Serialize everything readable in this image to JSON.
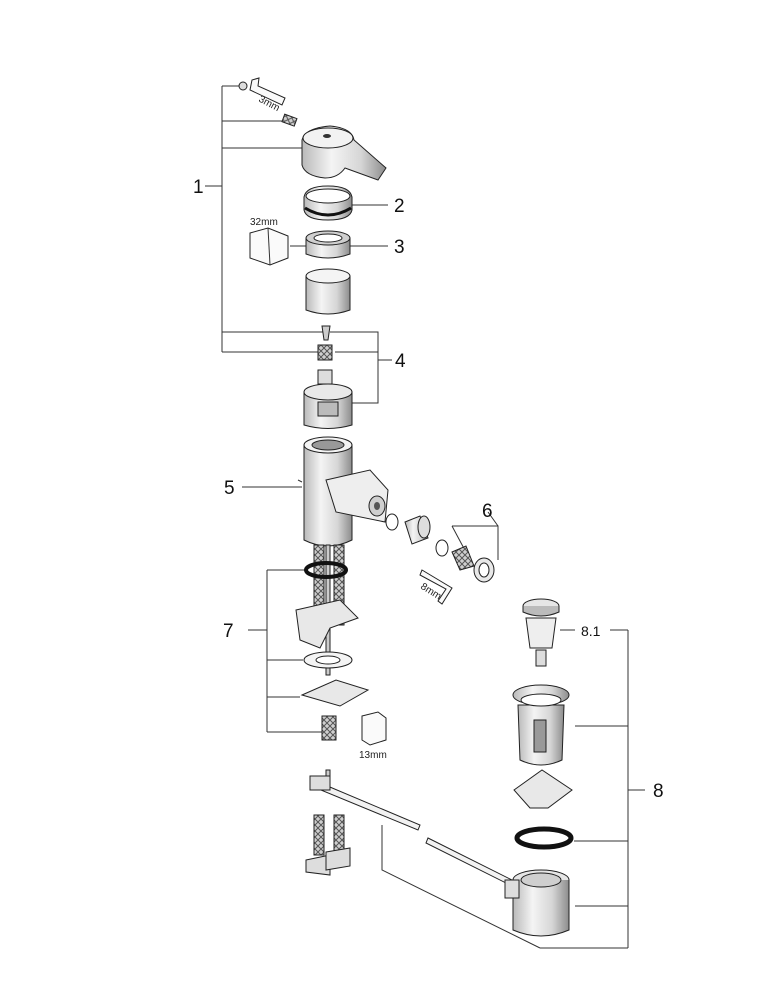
{
  "callouts": {
    "c1": "1",
    "c2": "2",
    "c3": "3",
    "c4": "4",
    "c5": "5",
    "c6": "6",
    "c7": "7",
    "c8": "8",
    "c81": "8.1"
  },
  "tool_labels": {
    "hex_key_small": "3mm",
    "wrench_large": "32mm",
    "hex_key_medium": "8mm",
    "wrench_small": "13mm"
  },
  "colors": {
    "line": "#333333",
    "part_fill": "#e6e6e6",
    "part_shade": "#9a9a9a",
    "seal": "#111111"
  }
}
